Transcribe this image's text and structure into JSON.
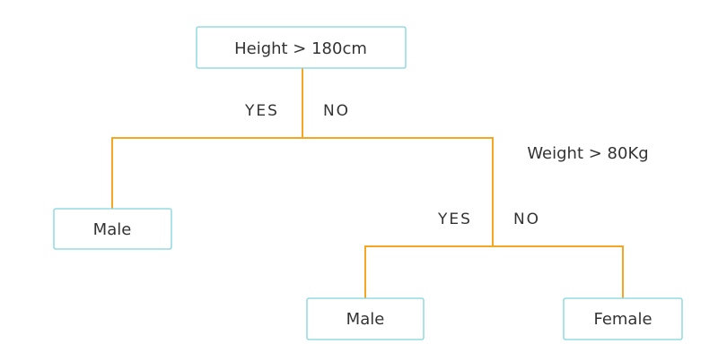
{
  "root": {
    "label": "Height > 180cm"
  },
  "root_branches": {
    "yes": "YES",
    "no": "NO"
  },
  "left_leaf": {
    "label": "Male"
  },
  "second_condition": {
    "label": "Weight > 80Kg"
  },
  "second_branches": {
    "yes": "YES",
    "no": "NO"
  },
  "bottom_left_leaf": {
    "label": "Male"
  },
  "bottom_right_leaf": {
    "label": "Female"
  },
  "colors": {
    "edge": "#f5a623",
    "box_border": "#7fd3df",
    "text": "#333333"
  }
}
